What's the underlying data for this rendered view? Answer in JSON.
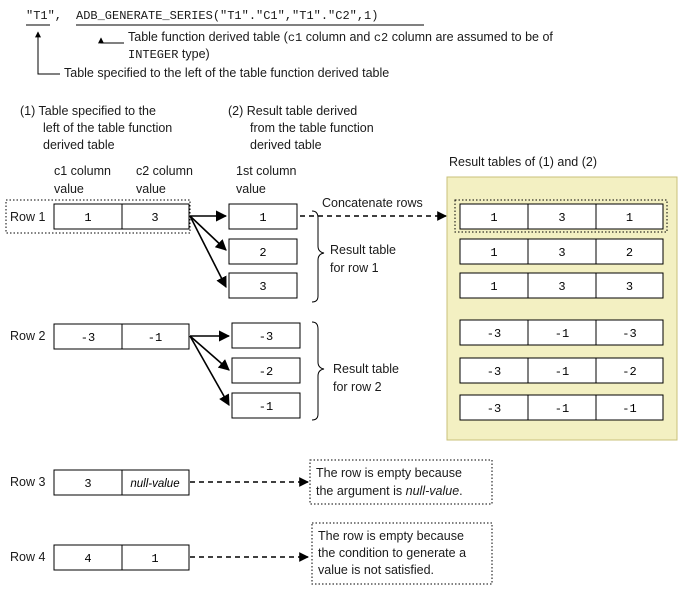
{
  "code": {
    "part1": "\"T1\",",
    "part2": "ADB_GENERATE_SERIES(\"T1\".\"C1\",\"T1\".\"C2\",1)",
    "note1_a": "Table function derived table (",
    "note1_c1": "c1",
    "note1_b": " column and ",
    "note1_c2": "c2",
    "note1_c": " column are assumed to be of",
    "note1_d_mono": "INTEGER",
    "note1_d": " type)",
    "note2": "Table specified to the left of the table function derived table"
  },
  "headings": {
    "h1": [
      "(1) Table specified to the",
      "left of the table function",
      "derived table"
    ],
    "h2": [
      "(2) Result table derived",
      "from the table function",
      "derived table"
    ],
    "c1": [
      "c1 column",
      "value"
    ],
    "c2": [
      "c2 column",
      "value"
    ],
    "first": [
      "1st column",
      "value"
    ],
    "results": "Result tables of (1) and (2)",
    "concat": "Concatenate rows",
    "result_row1": [
      "Result table",
      "for row 1"
    ],
    "result_row2": [
      "Result table",
      "for row 2"
    ]
  },
  "rows": [
    {
      "label": "Row 1",
      "c1": "1",
      "c2": "3"
    },
    {
      "label": "Row 2",
      "c1": "-3",
      "c2": "-1"
    },
    {
      "label": "Row 3",
      "c1": "3",
      "c2": "null-value"
    },
    {
      "label": "Row 4",
      "c1": "4",
      "c2": "1"
    }
  ],
  "row1_results": [
    "1",
    "2",
    "3"
  ],
  "row2_results": [
    "-3",
    "-2",
    "-1"
  ],
  "combined": [
    [
      "1",
      "3",
      "1"
    ],
    [
      "1",
      "3",
      "2"
    ],
    [
      "1",
      "3",
      "3"
    ],
    [
      "-3",
      "-1",
      "-3"
    ],
    [
      "-3",
      "-1",
      "-2"
    ],
    [
      "-3",
      "-1",
      "-1"
    ]
  ],
  "notes": {
    "row3": [
      "The row is empty because",
      "the argument is ",
      "null-value",
      "."
    ],
    "row4": [
      "The row is empty because",
      "the condition to generate a",
      "value is not satisfied."
    ]
  },
  "colors": {
    "panel_fill": "#f3f0c2",
    "panel_border": "#c8c07a"
  }
}
